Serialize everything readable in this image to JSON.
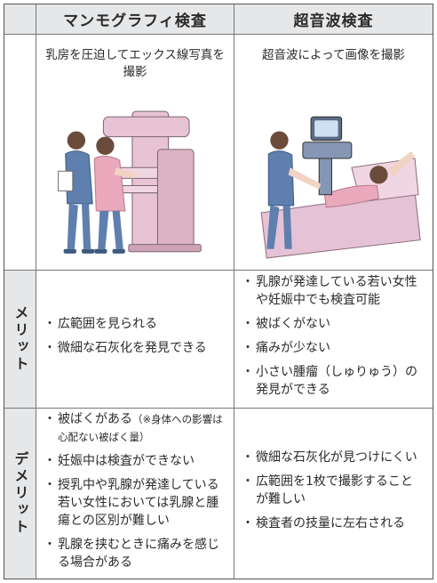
{
  "header": {
    "corner": "",
    "col1": "マンモグラフィ検査",
    "col2": "超音波検査"
  },
  "illustration_row": {
    "mammo_caption": "乳房を圧迫してエックス線写真を撮影",
    "ultra_caption": "超音波によって画像を撮影"
  },
  "merit": {
    "label": "メリット",
    "mammo": [
      "広範囲を見られる",
      "微細な石灰化を発見できる"
    ],
    "ultra": [
      "乳腺が発達している若い女性や妊娠中でも検査可能",
      "被ばくがない",
      "痛みが少ない",
      "小さい腫瘤（しゅりゅう）の発見ができる"
    ]
  },
  "demerit": {
    "label": "デメリット",
    "mammo_first": "被ばくがある",
    "mammo_first_note": "（※身体への影響は心配ない被ばく量）",
    "mammo": [
      "妊娠中は検査ができない",
      "授乳中や乳腺が発達している若い女性においては乳腺と腫瘍との区別が難しい",
      "乳腺を挟むときに痛みを感じる場合がある"
    ],
    "ultra": [
      "微細な石灰化が見つけにくい",
      "広範囲を1枚で撮影することが難しい",
      "検査者の技量に左右される"
    ]
  },
  "colors": {
    "header_bg": "#e6e7e8",
    "machine_pink": "#e7c3d3",
    "scrubs_blue": "#5f7fae",
    "gown_pink": "#e9a8bc"
  }
}
